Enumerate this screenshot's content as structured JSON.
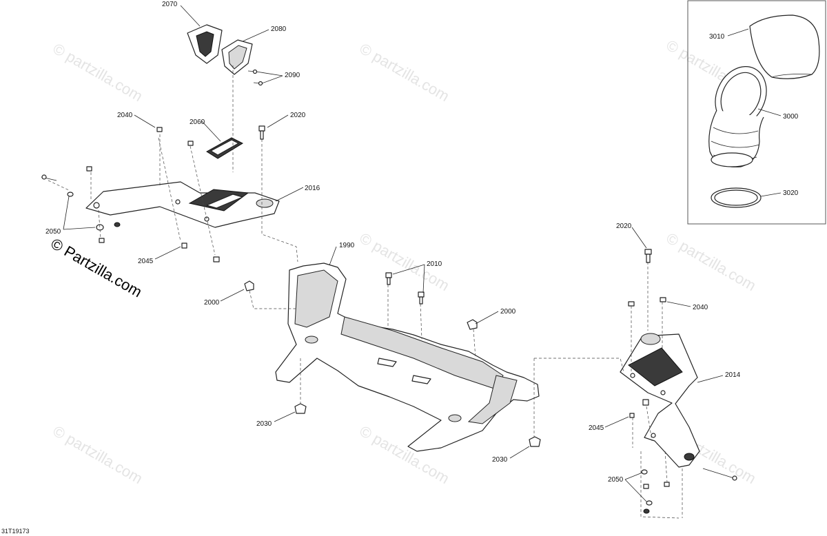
{
  "watermark": {
    "text": "© partzilla.com",
    "copyright_text": "© Partzilla.com"
  },
  "document_id": "31T19173",
  "callouts": {
    "c2070": "2070",
    "c2080": "2080",
    "c2090": "2090",
    "c2040a": "2040",
    "c2060": "2060",
    "c2020a": "2020",
    "c2016": "2016",
    "c2050a": "2050",
    "c2045a": "2045",
    "c1990": "1990",
    "c2010": "2010",
    "c2000a": "2000",
    "c2000b": "2000",
    "c2030a": "2030",
    "c2030b": "2030",
    "c2020b": "2020",
    "c2040b": "2040",
    "c2014": "2014",
    "c2045b": "2045",
    "c2050b": "2050",
    "c3010": "3010",
    "c3000": "3000",
    "c3020": "3020"
  }
}
